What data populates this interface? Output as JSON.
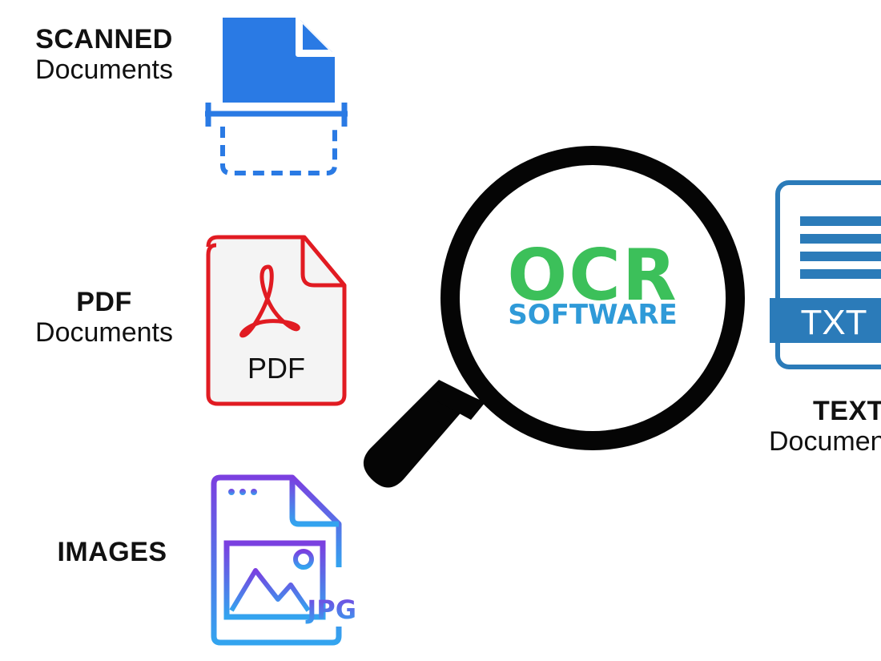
{
  "inputs": {
    "scanned": {
      "title": "SCANNED",
      "subtitle": "Documents",
      "icon": "scanned-document-icon"
    },
    "pdf": {
      "title": "PDF",
      "subtitle": "Documents",
      "icon": "pdf-document-icon",
      "badge": "PDF"
    },
    "images": {
      "title": "IMAGES",
      "icon": "jpg-image-icon",
      "badge": "JPG"
    }
  },
  "center": {
    "title": "OCR",
    "subtitle": "SOFTWARE",
    "icon": "magnifier-icon"
  },
  "output": {
    "title": "TEXT",
    "subtitle": "Documents",
    "icon": "txt-document-icon",
    "badge": "TXT"
  },
  "colors": {
    "scan_blue": "#2a7ae4",
    "pdf_red": "#e11b22",
    "ocr_green": "#3cc05a",
    "software_blue": "#2f9ad8",
    "txt_blue": "#2b7bb9",
    "jpg_gradient": [
      "#7b3fe0",
      "#33a4ef"
    ]
  }
}
